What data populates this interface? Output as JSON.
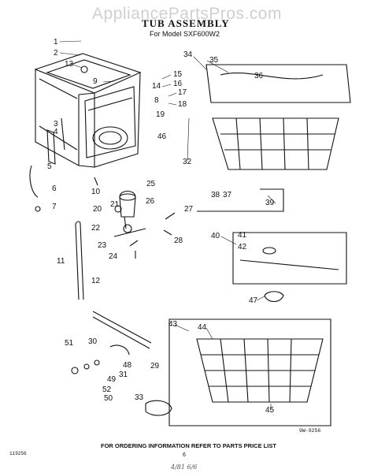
{
  "watermark": "AppliancePartsPros.com",
  "title": "TUB ASSEMBLY",
  "subtitle": "For Model SXF600W2",
  "footer": "FOR ORDERING INFORMATION REFER TO PARTS PRICE LIST",
  "code_left": "119256",
  "code_right": "9W-9256",
  "page_number": "6",
  "handwritten_note": "4/81 6/6",
  "callouts": [
    "1",
    "2",
    "3",
    "4",
    "5",
    "6",
    "7",
    "8",
    "9",
    "10",
    "11",
    "12",
    "13",
    "14",
    "15",
    "16",
    "17",
    "18",
    "19",
    "20",
    "21",
    "22",
    "23",
    "24",
    "25",
    "26",
    "27",
    "28",
    "29",
    "30",
    "31",
    "32",
    "33",
    "34",
    "35",
    "36",
    "37",
    "38",
    "39",
    "40",
    "41",
    "42",
    "43",
    "44",
    "45",
    "46",
    "47",
    "48",
    "49",
    "50",
    "51",
    "52"
  ]
}
